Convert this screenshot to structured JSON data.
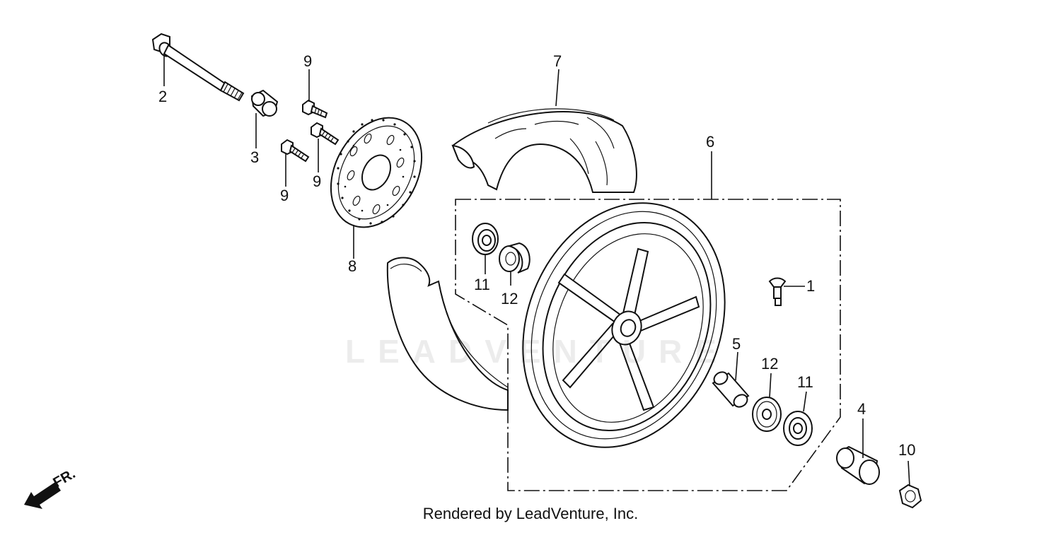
{
  "diagram": {
    "credit": "Rendered by LeadVenture, Inc.",
    "direction_label": "FR.",
    "watermark": "LEADVENTURE",
    "callouts": [
      {
        "id": "c1",
        "label": "1"
      },
      {
        "id": "c2",
        "label": "2"
      },
      {
        "id": "c3",
        "label": "3"
      },
      {
        "id": "c4",
        "label": "4"
      },
      {
        "id": "c5",
        "label": "5"
      },
      {
        "id": "c6",
        "label": "6"
      },
      {
        "id": "c7",
        "label": "7"
      },
      {
        "id": "c8",
        "label": "8"
      },
      {
        "id": "c9a",
        "label": "9"
      },
      {
        "id": "c9b",
        "label": "9"
      },
      {
        "id": "c9c",
        "label": "9"
      },
      {
        "id": "c10",
        "label": "10"
      },
      {
        "id": "c11a",
        "label": "11"
      },
      {
        "id": "c11b",
        "label": "11"
      },
      {
        "id": "c12a",
        "label": "12"
      },
      {
        "id": "c12b",
        "label": "12"
      }
    ]
  }
}
